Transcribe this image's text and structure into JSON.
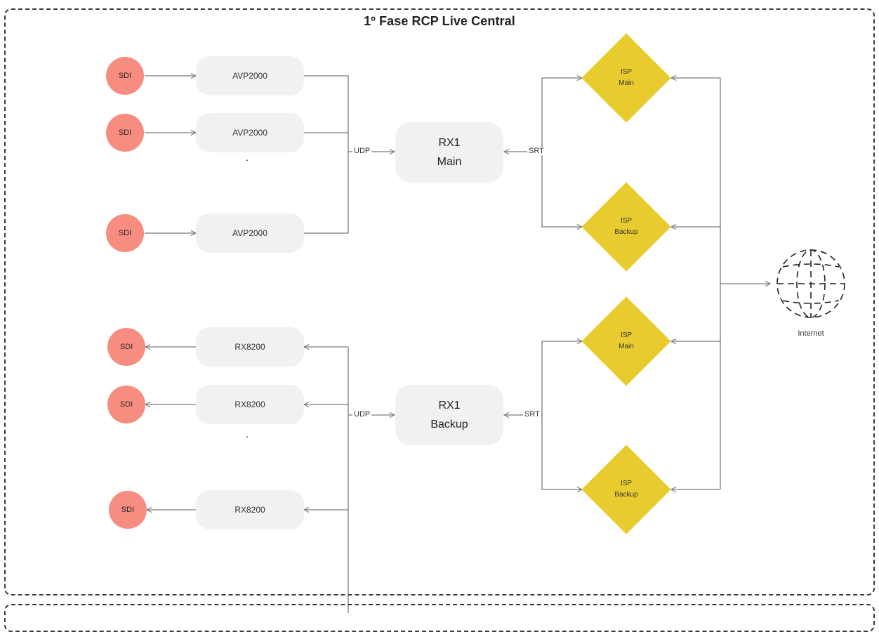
{
  "title": "1º Fase RCP Live Central",
  "inputs": {
    "sources": [
      "SDI",
      "SDI",
      "SDI"
    ],
    "encoders": [
      "AVP2000",
      "AVP2000",
      "AVP2000"
    ]
  },
  "outputs": {
    "sinks": [
      "SDI",
      "SDI",
      "SDI"
    ],
    "decoders": [
      "RX8200",
      "RX8200",
      "RX8200"
    ]
  },
  "ellipsis": ".",
  "rx1_main": {
    "line1": "RX1",
    "line2": "Main"
  },
  "rx1_backup": {
    "line1": "RX1",
    "line2": "Backup"
  },
  "labels": {
    "udp_top": "UDP",
    "udp_bottom": "UDP",
    "srt_top": "SRT",
    "srt_bottom": "SRT"
  },
  "isps": [
    {
      "line1": "ISP",
      "line2": "Main"
    },
    {
      "line1": "ISP",
      "line2": "Backup"
    },
    {
      "line1": "ISP",
      "line2": "Main"
    },
    {
      "line1": "ISP",
      "line2": "Backup"
    }
  ],
  "internet": {
    "label": "Internet",
    "icon": "globe-icon"
  },
  "colors": {
    "sdi": "#f78c80",
    "isp": "#e8cc2f",
    "node": "#f0f1f3",
    "line": "#7a7a7a"
  }
}
